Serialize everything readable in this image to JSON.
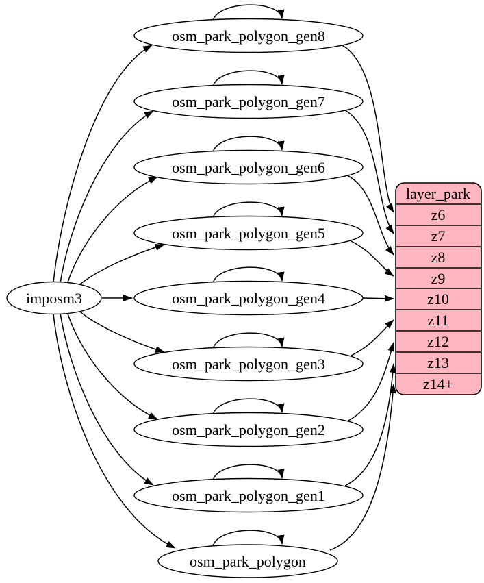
{
  "diagram": {
    "kind": "graphviz-digraph",
    "source": {
      "label": "imposm3"
    },
    "tables": [
      {
        "label": "osm_park_polygon_gen8",
        "zoom_row": "z6"
      },
      {
        "label": "osm_park_polygon_gen7",
        "zoom_row": "z7"
      },
      {
        "label": "osm_park_polygon_gen6",
        "zoom_row": "z8"
      },
      {
        "label": "osm_park_polygon_gen5",
        "zoom_row": "z9"
      },
      {
        "label": "osm_park_polygon_gen4",
        "zoom_row": "z10"
      },
      {
        "label": "osm_park_polygon_gen3",
        "zoom_row": "z11"
      },
      {
        "label": "osm_park_polygon_gen2",
        "zoom_row": "z12"
      },
      {
        "label": "osm_park_polygon_gen1",
        "zoom_row": "z13"
      },
      {
        "label": "osm_park_polygon",
        "zoom_row": "z14+"
      }
    ],
    "layer_table": {
      "title": "layer_park",
      "rows": [
        "z6",
        "z7",
        "z8",
        "z9",
        "z10",
        "z11",
        "z12",
        "z13",
        "z14+"
      ]
    },
    "edges": [
      {
        "from": "imposm3",
        "to": "osm_park_polygon_gen8"
      },
      {
        "from": "imposm3",
        "to": "osm_park_polygon_gen7"
      },
      {
        "from": "imposm3",
        "to": "osm_park_polygon_gen6"
      },
      {
        "from": "imposm3",
        "to": "osm_park_polygon_gen5"
      },
      {
        "from": "imposm3",
        "to": "osm_park_polygon_gen4"
      },
      {
        "from": "imposm3",
        "to": "osm_park_polygon_gen3"
      },
      {
        "from": "imposm3",
        "to": "osm_park_polygon_gen2"
      },
      {
        "from": "imposm3",
        "to": "osm_park_polygon_gen1"
      },
      {
        "from": "imposm3",
        "to": "osm_park_polygon"
      },
      {
        "from": "osm_park_polygon_gen8",
        "to": "osm_park_polygon_gen8",
        "type": "self-loop"
      },
      {
        "from": "osm_park_polygon_gen7",
        "to": "osm_park_polygon_gen7",
        "type": "self-loop"
      },
      {
        "from": "osm_park_polygon_gen6",
        "to": "osm_park_polygon_gen6",
        "type": "self-loop"
      },
      {
        "from": "osm_park_polygon_gen5",
        "to": "osm_park_polygon_gen5",
        "type": "self-loop"
      },
      {
        "from": "osm_park_polygon_gen4",
        "to": "osm_park_polygon_gen4",
        "type": "self-loop"
      },
      {
        "from": "osm_park_polygon_gen3",
        "to": "osm_park_polygon_gen3",
        "type": "self-loop"
      },
      {
        "from": "osm_park_polygon_gen2",
        "to": "osm_park_polygon_gen2",
        "type": "self-loop"
      },
      {
        "from": "osm_park_polygon_gen1",
        "to": "osm_park_polygon_gen1",
        "type": "self-loop"
      },
      {
        "from": "osm_park_polygon",
        "to": "osm_park_polygon",
        "type": "self-loop"
      },
      {
        "from": "osm_park_polygon_gen8",
        "to": "layer_park:z6"
      },
      {
        "from": "osm_park_polygon_gen7",
        "to": "layer_park:z7"
      },
      {
        "from": "osm_park_polygon_gen6",
        "to": "layer_park:z8"
      },
      {
        "from": "osm_park_polygon_gen5",
        "to": "layer_park:z9"
      },
      {
        "from": "osm_park_polygon_gen4",
        "to": "layer_park:z10"
      },
      {
        "from": "osm_park_polygon_gen3",
        "to": "layer_park:z11"
      },
      {
        "from": "osm_park_polygon_gen2",
        "to": "layer_park:z12"
      },
      {
        "from": "osm_park_polygon_gen1",
        "to": "layer_park:z13"
      },
      {
        "from": "osm_park_polygon",
        "to": "layer_park:z14+"
      }
    ],
    "colors": {
      "layer_table_fill": "#ffb6c1",
      "node_fill": "#ffffff",
      "stroke": "#000000",
      "background": "#ffffff"
    }
  }
}
